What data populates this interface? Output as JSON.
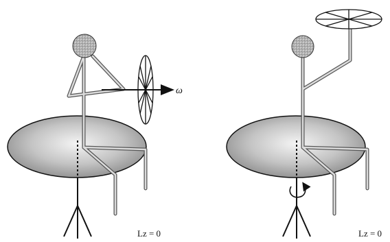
{
  "panels": {
    "left": {
      "lz_label": "Lz = 0",
      "omega_label": "ω"
    },
    "right": {
      "lz_label": "Lz = 0"
    }
  },
  "colors": {
    "ink": "#111111",
    "disk_light": "#f2f2f2",
    "disk_dark": "#8c8c8c",
    "rod_fill": "#d8d8d8",
    "rod_edge": "#555555"
  }
}
